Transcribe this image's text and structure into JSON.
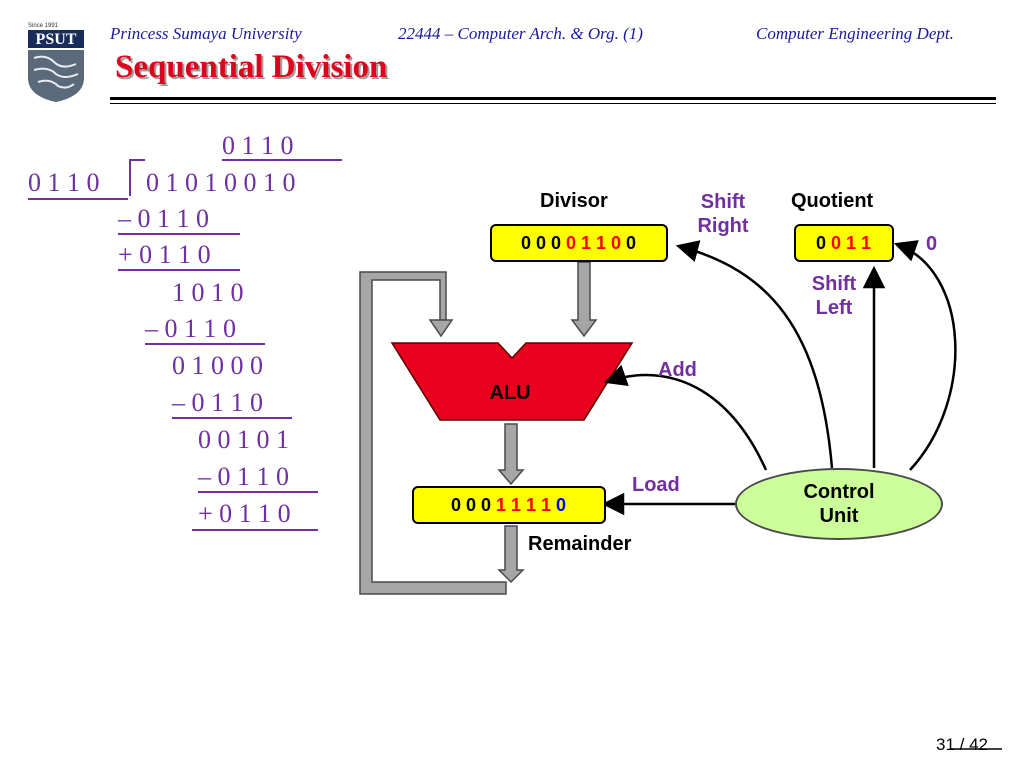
{
  "header": {
    "university": "Princess Sumaya University",
    "course": "22444 – Computer Arch. & Org. (1)",
    "department": "Computer Engineering Dept.",
    "title": "Sequential Division"
  },
  "logo": {
    "name": "PSUT",
    "since": "Since 1991",
    "icon": "psut-logo-icon"
  },
  "long_division": {
    "quotient": "0 1 1 0",
    "divisor": "0 1 1 0",
    "dividend": "0 1 0 1 0 0 1 0",
    "steps": [
      "– 0 1 1 0",
      "+ 0 1 1 0",
      "1 0 1 0",
      "– 0 1 1 0",
      "0 1 0 0 0",
      "– 0 1 1 0",
      "0 0 1 0 1",
      "– 0 1 1 0",
      "+ 0 1 1 0"
    ]
  },
  "diagram": {
    "divisor_label": "Divisor",
    "quotient_label": "Quotient",
    "remainder_label": "Remainder",
    "shift_right_label": [
      "Shift",
      "Right"
    ],
    "shift_left_label": [
      "Shift",
      "Left"
    ],
    "add_label": "Add",
    "load_label": "Load",
    "zero_input": "0",
    "alu_label": "ALU",
    "control_unit_label": [
      "Control",
      "Unit"
    ],
    "divisor_register": [
      {
        "bit": "0",
        "color": "black"
      },
      {
        "bit": "0",
        "color": "black"
      },
      {
        "bit": "0",
        "color": "black"
      },
      {
        "bit": "0",
        "color": "red"
      },
      {
        "bit": "1",
        "color": "red"
      },
      {
        "bit": "1",
        "color": "red"
      },
      {
        "bit": "0",
        "color": "red"
      },
      {
        "bit": "0",
        "color": "black"
      }
    ],
    "quotient_register": [
      {
        "bit": "0",
        "color": "black"
      },
      {
        "bit": "0",
        "color": "red"
      },
      {
        "bit": "1",
        "color": "red"
      },
      {
        "bit": "1",
        "color": "red"
      }
    ],
    "remainder_register": [
      {
        "bit": "0",
        "color": "black"
      },
      {
        "bit": "0",
        "color": "black"
      },
      {
        "bit": "0",
        "color": "black"
      },
      {
        "bit": "1",
        "color": "red"
      },
      {
        "bit": "1",
        "color": "red"
      },
      {
        "bit": "1",
        "color": "red"
      },
      {
        "bit": "1",
        "color": "red"
      },
      {
        "bit": "0",
        "color": "blue"
      }
    ],
    "colors": {
      "alu_fill": "#e8001c",
      "register_fill": "#ffff00",
      "control_unit_fill": "#ccff99",
      "label_purple": "#7030a0",
      "title_red": "#e0001b",
      "header_blue": "#1a1a9c",
      "bus_gray": "#a6a6a6"
    }
  },
  "footer": {
    "page": "31 / 42"
  }
}
